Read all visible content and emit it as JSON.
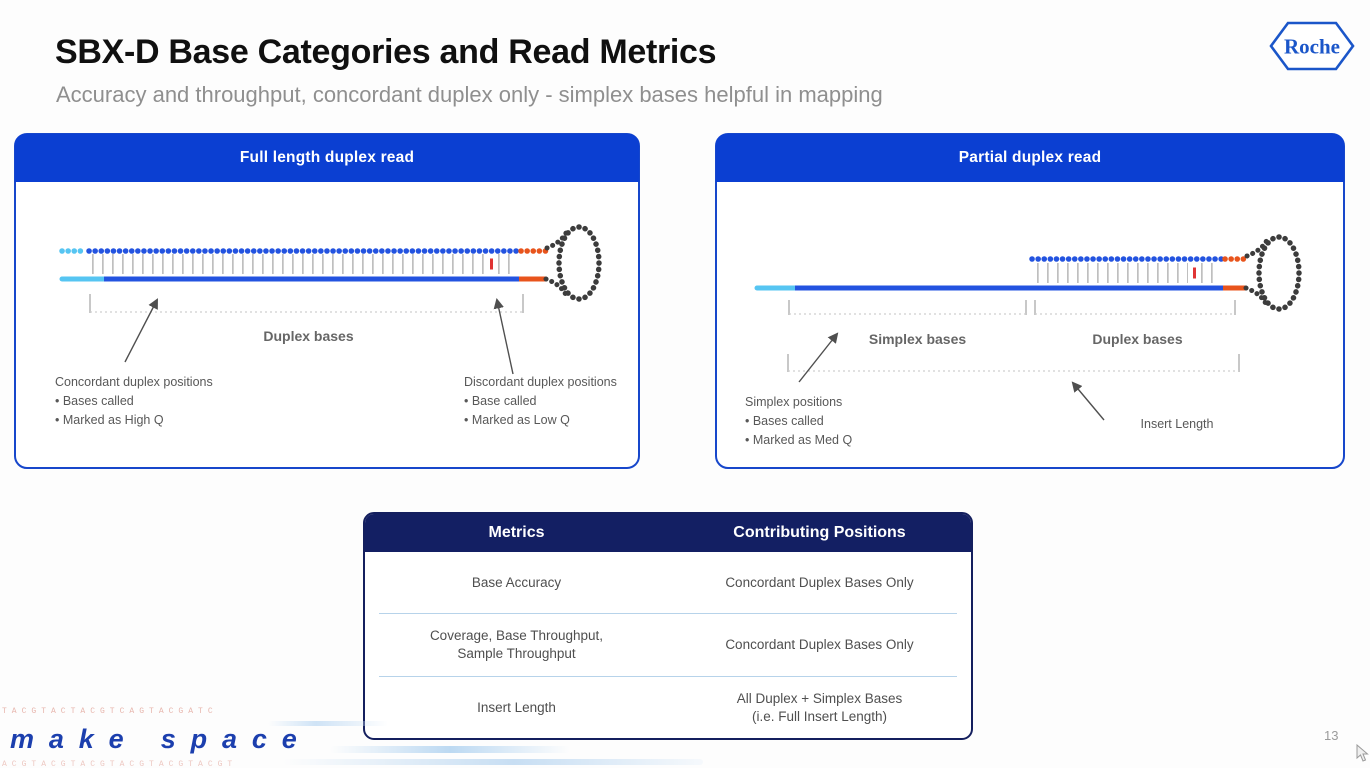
{
  "slide": {
    "title": "SBX-D Base Categories and Read Metrics",
    "subtitle": "Accuracy and throughput, concordant duplex only - simplex bases helpful in mapping",
    "brand": "Roche",
    "footer_wordmark": "make space",
    "footer_sequence_top": "TACGTACTACGTCAGTACGATC",
    "footer_sequence_bottom": "ACGTACGTACGTACGTACGTACGT",
    "page_number": "13"
  },
  "colors": {
    "panel_header_blue": "#0b3fd2",
    "panel_border_blue": "#1747cb",
    "table_header_navy": "#131f63",
    "strand_blue": "#2353e0",
    "strand_cyan": "#56c5f2",
    "strand_orange": "#e8541c",
    "loop_gray": "#3c3c3c",
    "mismatch_red": "#e03434",
    "wordmark_blue": "#1c3fae"
  },
  "panels": {
    "full_length": {
      "header": "Full length duplex read",
      "duplex_label": "Duplex bases",
      "concordant": {
        "title": "Concordant duplex positions",
        "bullet1": "• Bases called",
        "bullet2": "• Marked as High Q"
      },
      "discordant": {
        "title": "Discordant duplex positions",
        "bullet1": "• Base called",
        "bullet2": "• Marked as Low Q"
      }
    },
    "partial": {
      "header": "Partial duplex read",
      "simplex_label": "Simplex bases",
      "duplex_label": "Duplex bases",
      "insert_label": "Insert Length",
      "simplex": {
        "title": "Simplex positions",
        "bullet1": "• Bases called",
        "bullet2": "• Marked as Med Q"
      }
    }
  },
  "table": {
    "headers": [
      "Metrics",
      "Contributing Positions"
    ],
    "rows": [
      {
        "metric": "Base Accuracy",
        "positions": "Concordant Duplex Bases Only"
      },
      {
        "metric": "Coverage, Base Throughput,\nSample Throughput",
        "positions": "Concordant Duplex Bases Only"
      },
      {
        "metric": "Insert Length",
        "positions": "All Duplex + Simplex Bases\n(i.e. Full Insert Length)"
      }
    ]
  }
}
